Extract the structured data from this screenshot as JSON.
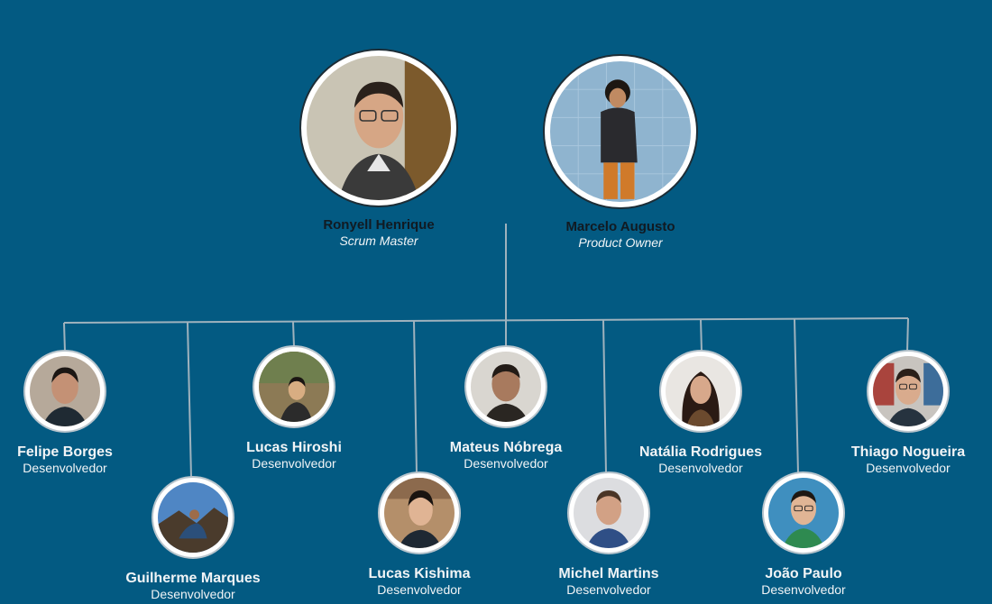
{
  "leaders": [
    {
      "name": "Ronyell Henrique",
      "role": "Scrum Master",
      "photo": "portrait-photo"
    },
    {
      "name": "Marcelo Augusto",
      "role": "Product Owner",
      "photo": "portrait-photo"
    }
  ],
  "developers": [
    {
      "name": "Felipe Borges",
      "role": "Desenvolvedor"
    },
    {
      "name": "Guilherme Marques",
      "role": "Desenvolvedor"
    },
    {
      "name": "Lucas Hiroshi",
      "role": "Desenvolvedor"
    },
    {
      "name": "Lucas Kishima",
      "role": "Desenvolvedor"
    },
    {
      "name": "Mateus Nóbrega",
      "role": "Desenvolvedor"
    },
    {
      "name": "Michel Martins",
      "role": "Desenvolvedor"
    },
    {
      "name": "Natália Rodrigues",
      "role": "Desenvolvedor"
    },
    {
      "name": "João Paulo",
      "role": "Desenvolvedor"
    },
    {
      "name": "Thiago Nogueira",
      "role": "Desenvolvedor"
    }
  ],
  "colors": {
    "background": "#035a82",
    "connector": "#9fb2bd",
    "photo_ring": "#ffffff"
  }
}
